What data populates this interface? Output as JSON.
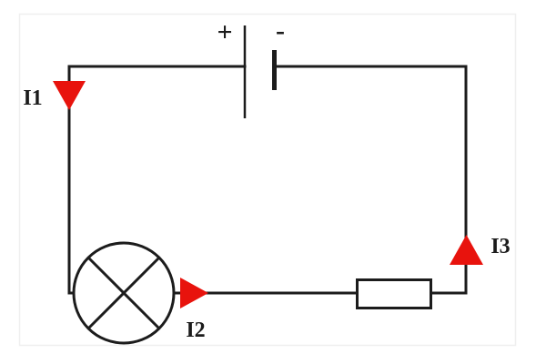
{
  "circuit": {
    "colors": {
      "wire": "#1c1c1c",
      "arrow": "#e8130d",
      "label": "#1b1b1b",
      "frame": "#efefef",
      "background": "#ffffff"
    },
    "battery": {
      "positive_label": "+",
      "negative_label": "-"
    },
    "currents": [
      {
        "label": "I1",
        "direction": "down",
        "location": "left-wire"
      },
      {
        "label": "I2",
        "direction": "right",
        "location": "bottom-wire-after-lamp"
      },
      {
        "label": "I3",
        "direction": "up",
        "location": "right-wire"
      }
    ],
    "components": [
      {
        "name": "battery-cell",
        "symbol": "parallel-plates"
      },
      {
        "name": "lamp",
        "symbol": "circle-with-diagonal-cross"
      },
      {
        "name": "resistor",
        "symbol": "rectangle-box"
      }
    ]
  }
}
